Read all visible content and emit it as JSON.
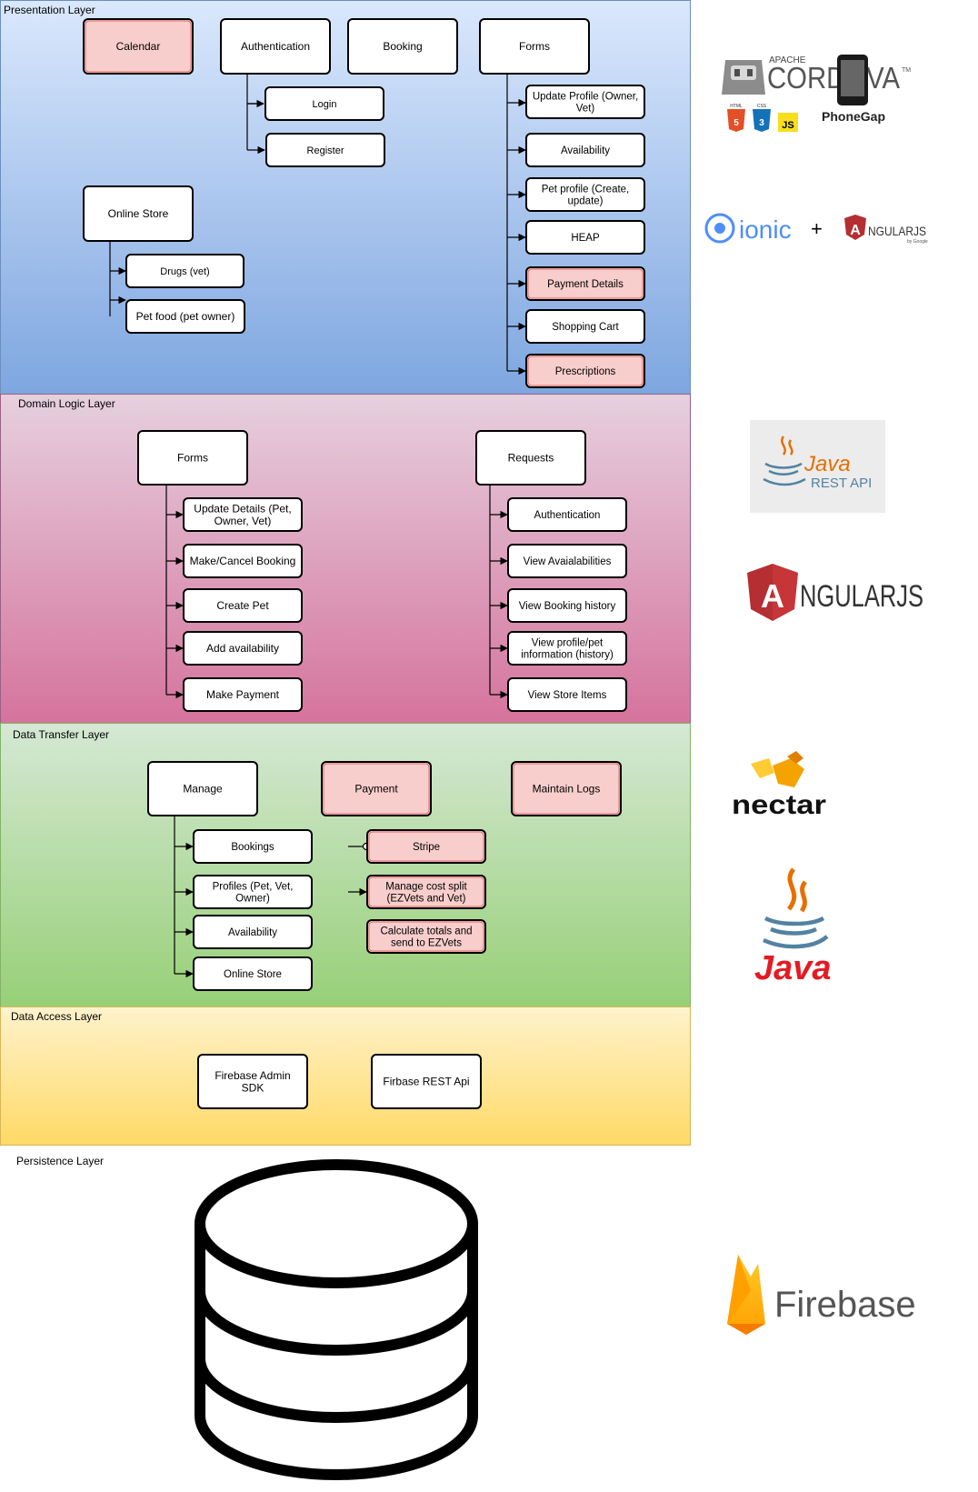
{
  "layers": {
    "presentation": "Presentation Layer",
    "domain": "Domain Logic Layer",
    "transfer": "Data Transfer Layer",
    "access": "Data Access Layer",
    "persistence": "Persistence Layer"
  },
  "presentation": {
    "calendar": "Calendar",
    "authentication": "Authentication",
    "booking": "Booking",
    "forms": "Forms",
    "login": "Login",
    "register": "Register",
    "online_store": "Online Store",
    "drugs": "Drugs (vet)",
    "pet_food": "Pet food (pet owner)",
    "form_items": [
      [
        "Update Profile (Owner,",
        "Vet)"
      ],
      [
        "Availability"
      ],
      [
        "Pet profile (Create,",
        "update)"
      ],
      [
        "HEAP"
      ],
      [
        "Payment Details"
      ],
      [
        "Shopping Cart"
      ],
      [
        "Prescriptions"
      ]
    ]
  },
  "domain": {
    "forms": "Forms",
    "requests": "Requests",
    "form_items": [
      [
        "Update Details (Pet,",
        "Owner, Vet)"
      ],
      [
        "Make/Cancel Booking"
      ],
      [
        "Create Pet"
      ],
      [
        "Add availability"
      ],
      [
        "Make Payment"
      ]
    ],
    "request_items": [
      [
        "Authentication"
      ],
      [
        "View Avaialabilities"
      ],
      [
        "View Booking history"
      ],
      [
        "View profile/pet",
        "information (history)"
      ],
      [
        "View Store Items"
      ]
    ]
  },
  "transfer": {
    "manage": "Manage",
    "payment": "Payment",
    "maintain_logs": "Maintain Logs",
    "manage_items": [
      [
        "Bookings"
      ],
      [
        "Profiles (Pet, Vet,",
        "Owner)"
      ],
      [
        "Availability"
      ],
      [
        "Online Store"
      ]
    ],
    "payment_items": [
      [
        "Stripe"
      ],
      [
        "Manage cost split",
        "(EZVets and Vet)"
      ],
      [
        "Calculate totals and",
        "send to EZVets"
      ]
    ]
  },
  "access": {
    "firebase_admin": [
      "Firebase Admin",
      "SDK"
    ],
    "firebase_rest": "Firbase REST Api"
  },
  "logos": {
    "cordova_top": "APACHE",
    "cordova": "CORDOVA",
    "tm": "TM",
    "html": "HTML",
    "css": "CSS",
    "js": "JS",
    "phonegap": "PhoneGap",
    "ionic": "ionic",
    "plus": "+",
    "angular_small": "NGULARJS",
    "by_google": "by Google",
    "java_rest_1": "Java",
    "java_rest_2": "REST API",
    "angular_big": "NGULARJS",
    "angular_letter": "A",
    "nectar": "nectar",
    "java": "Java",
    "firebase": "Firebase"
  },
  "colors": {
    "presentation_top": "#dae8fc",
    "presentation_bottom": "#7ea6e0",
    "domain_top": "#e6d0de",
    "domain_bottom": "#d5739d",
    "transfer_top": "#d5e8d4",
    "transfer_bottom": "#97d077",
    "access_top": "#fff2cc",
    "access_bottom": "#ffd966",
    "highlight_fill": "#f8cecc",
    "highlight_stroke": "#e06666"
  }
}
